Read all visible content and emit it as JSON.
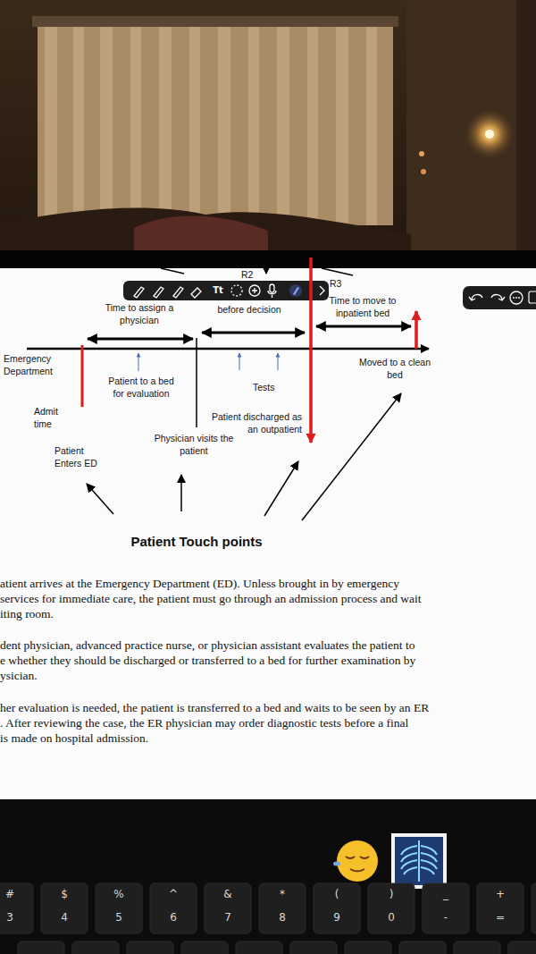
{
  "diagram": {
    "title": "Patient Touch points",
    "labels": [
      "R2",
      "R3",
      "Time to assign a physician",
      "before decision",
      "Time to move to inpatient bed",
      "Emergency Department",
      "Patient to a bed for evaluation",
      "Tests",
      "Moved to a clean bed",
      "Admit time",
      "Patient discharged as an outpatient",
      "Physician visits the patient",
      "Patient Enters ED",
      "atient arrives at the Emergency Department (ED). Unless brought in by emergency",
      "services for immediate care, the patient must go through an admission process and wait",
      "iting room.",
      "dent physician, advanced practice nurse, or physician assistant evaluates the patient to",
      "e whether they should be discharged or transferred to a bed for further examination by",
      "ysician.",
      "her evaluation is needed, the patient is transferred to a bed and waits to be seen by an ER",
      ". After reviewing the case, the ER physician may order diagnostic tests before a final",
      "is made on hospital admission.",
      "Tt",
      "#",
      "3",
      "$",
      "4",
      "%",
      "5",
      "^",
      "6",
      "&",
      "7",
      "*",
      "8",
      "(",
      "9",
      ")",
      "0",
      "_",
      "-",
      "+",
      "="
    ]
  }
}
